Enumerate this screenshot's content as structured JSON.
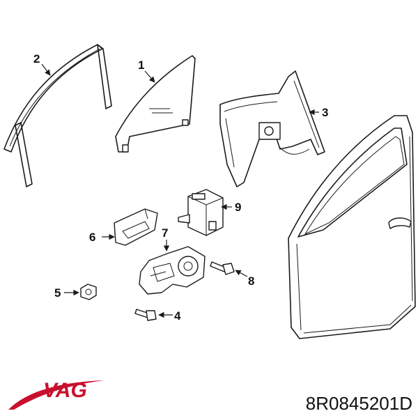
{
  "brand": {
    "name": "VAG",
    "color": "#c8102e"
  },
  "part_number": "8R0845201D",
  "callouts": {
    "c1": "1",
    "c2": "2",
    "c3": "3",
    "c4": "4",
    "c5": "5",
    "c6": "6",
    "c7": "7",
    "c8": "8",
    "c9": "9"
  }
}
